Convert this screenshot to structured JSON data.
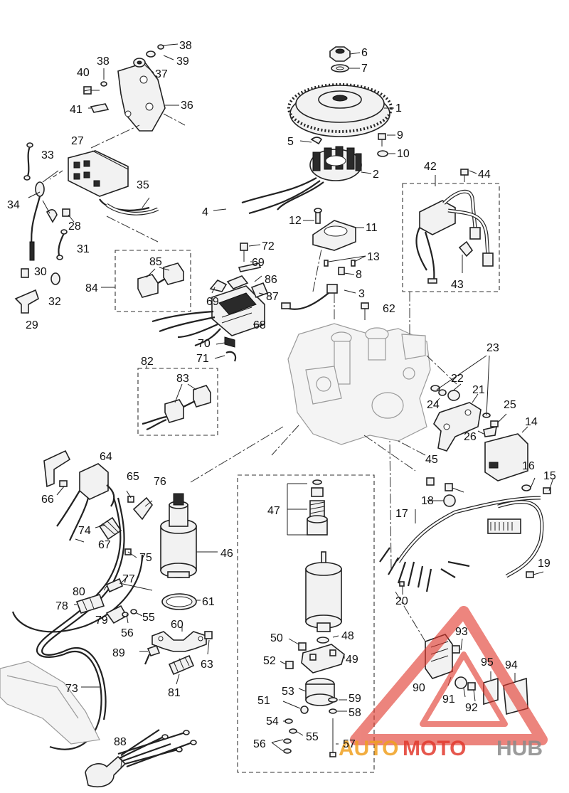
{
  "callouts": [
    "1",
    "2",
    "3",
    "4",
    "5",
    "6",
    "7",
    "8",
    "9",
    "10",
    "11",
    "12",
    "13",
    "14",
    "15",
    "16",
    "17",
    "18",
    "19",
    "20",
    "21",
    "22",
    "23",
    "24",
    "25",
    "26",
    "27",
    "28",
    "29",
    "30",
    "31",
    "32",
    "33",
    "34",
    "35",
    "36",
    "37",
    "38",
    "38",
    "39",
    "40",
    "41",
    "42",
    "43",
    "44",
    "45",
    "46",
    "47",
    "48",
    "49",
    "50",
    "51",
    "52",
    "53",
    "54",
    "55",
    "55",
    "56",
    "56",
    "57",
    "58",
    "59",
    "60",
    "61",
    "62",
    "63",
    "64",
    "65",
    "66",
    "67",
    "68",
    "69",
    "69",
    "70",
    "71",
    "72",
    "73",
    "74",
    "75",
    "76",
    "77",
    "78",
    "79",
    "80",
    "81",
    "82",
    "83",
    "84",
    "85",
    "86",
    "87",
    "88",
    "89",
    "90",
    "91",
    "92",
    "93",
    "94",
    "95"
  ],
  "watermark": {
    "part_auto": "AUTO",
    "part_moto": "MOTO",
    "part_hub": "HUB",
    "color_primary": "#e23a2e",
    "color_secondary": "#f0a020",
    "color_tertiary": "#8a8a8a"
  },
  "colors": {
    "line": "#222222",
    "fill": "#f2f2f2",
    "ghost": "#9a9a9a"
  }
}
